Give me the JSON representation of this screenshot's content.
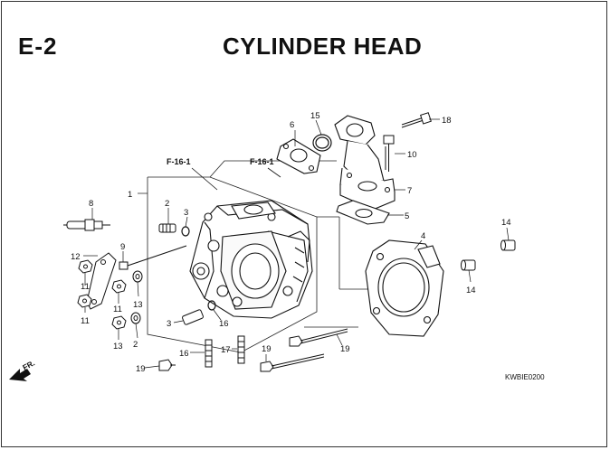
{
  "header": {
    "section_id": "E-2",
    "title": "CYLINDER HEAD"
  },
  "references": [
    "F-16-1",
    "F-16-1"
  ],
  "drawing_code": "KWBIE0200",
  "direction_label": "FR.",
  "callouts": [
    "1",
    "2",
    "3",
    "6",
    "15",
    "18",
    "10",
    "7",
    "5",
    "4",
    "14",
    "14",
    "8",
    "12",
    "9",
    "11",
    "11",
    "13",
    "11",
    "13",
    "2",
    "3",
    "16",
    "16",
    "17",
    "19",
    "19"
  ]
}
